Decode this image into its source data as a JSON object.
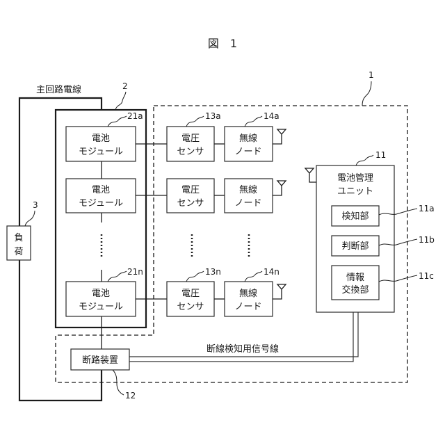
{
  "figure": {
    "title": "図　1"
  },
  "labels": {
    "main_circuit_wire": "主回路電線",
    "signal_line": "断線検知用信号線"
  },
  "refs": {
    "system": "1",
    "battery_pack": "2",
    "load": "3",
    "bmu": "11",
    "detector": "11a",
    "judge": "11b",
    "info_exchange": "11c",
    "breaker": "12",
    "sensor_a": "13a",
    "sensor_n": "13n",
    "node_a": "14a",
    "node_n": "14n",
    "module_a": "21a",
    "module_n": "21n"
  },
  "load": {
    "line1": "負",
    "line2": "荷"
  },
  "battery_module": {
    "line1": "電池",
    "line2": "モジュール"
  },
  "voltage_sensor": {
    "line1": "電圧",
    "line2": "センサ"
  },
  "wireless_node": {
    "line1": "無線",
    "line2": "ノード"
  },
  "bmu": {
    "line1": "電池管理",
    "line2": "ユニット",
    "detector": "検知部",
    "judge": "判断部",
    "info_line1": "情報",
    "info_line2": "交換部"
  },
  "breaker": {
    "label": "断路装置"
  }
}
